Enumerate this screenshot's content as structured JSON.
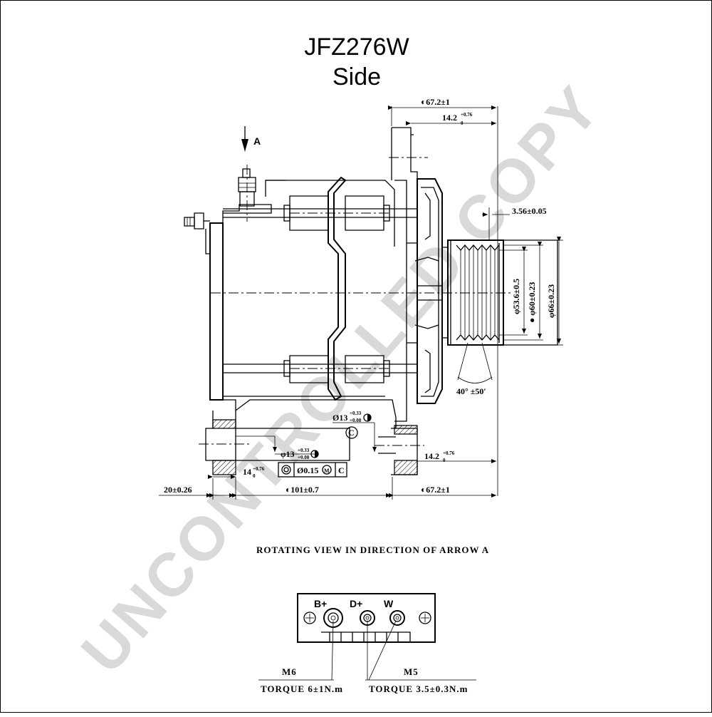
{
  "header": {
    "title": "JFZ276W",
    "subtitle": "Side"
  },
  "arrow_label": "A",
  "watermark": "UNCONTROLLED COPY",
  "dimensions": {
    "top_overall": "◐67.2±1",
    "top_flange": "14.2",
    "top_flange_tol": "+0.76",
    "top_flange_tol_low": "0",
    "pulley_offset": "3.56±0.05",
    "pulley_d1": "φ53.6±0.5",
    "pulley_d2": "● φ60±0.23",
    "pulley_d3": "φ66±0.23",
    "groove_angle": "40° ±50′",
    "hole_c": "Ø13",
    "hole_c_tol_up": "+0.33",
    "hole_c_tol_low": "+0.08",
    "datum_c": "C",
    "hole_left": "φ13",
    "hole_left_tol_up": "+0.33",
    "hole_left_tol_low": "+0.08",
    "foot_left": "14",
    "foot_left_tol": "+0.76",
    "foot_left_tol_low": "0",
    "right_foot": "14.2",
    "right_foot_tol": "+0.76",
    "right_foot_tol_low": "0",
    "fcf_value": "Ø0.15",
    "fcf_mod": "M",
    "fcf_datum": "C",
    "bottom_left": "20±0.26",
    "bottom_mid": "◐101±0.7",
    "bottom_right": "◐67.2±1"
  },
  "rotating_view_caption": "ROTATING VIEW IN DIRECTION OF ARROW A",
  "terminals": {
    "b_plus": "B+",
    "d_plus": "D+",
    "w": "W",
    "m6_label": "M6",
    "m6_torque": "TORQUE 6±1N.m",
    "m5_label": "M5",
    "m5_torque": "TORQUE 3.5±0.3N.m"
  }
}
